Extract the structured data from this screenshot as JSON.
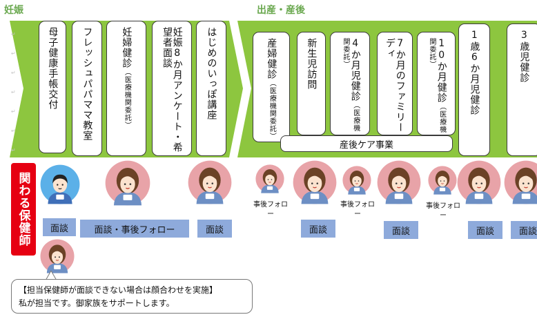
{
  "phases": {
    "pregnancy": "妊娠",
    "postpartum": "出産・産後"
  },
  "events": [
    {
      "title": "母子健康手帳交付"
    },
    {
      "title": "フレッシュパパママ教室"
    },
    {
      "title": "妊婦健診",
      "sub": "（医療機関委託）"
    },
    {
      "title": "妊娠8か月アンケート・希望者面談"
    },
    {
      "title": "はじめのいっぽ講座"
    },
    {
      "title": "産婦健診",
      "sub": "（医療機関委託）"
    },
    {
      "title": "新生児訪問"
    },
    {
      "title": "4か月児健診",
      "sub": "（医療機関委託）"
    },
    {
      "title": "7か月のファミリーディ"
    },
    {
      "title": "10か月健診",
      "sub": "（医療機関委託）"
    },
    {
      "title": "1歳6か月児健診"
    },
    {
      "title": "3歳児健診"
    }
  ],
  "care_program": "産後ケア事業",
  "nurse_side_label": "関わる保健師",
  "labels": {
    "interview": "面談",
    "interview_followup": "面談・事後フォロー",
    "followup": "事後フォロー"
  },
  "note": {
    "line1": "【担当保健師が面談できない場合は顔合わせを実施】",
    "line2": "私が担当です。御家族をサポートします。"
  },
  "colors": {
    "band": "#8dc63f",
    "label_bg": "#8eaadb",
    "red": "#e60012",
    "phase_text": "#6aa84f"
  }
}
